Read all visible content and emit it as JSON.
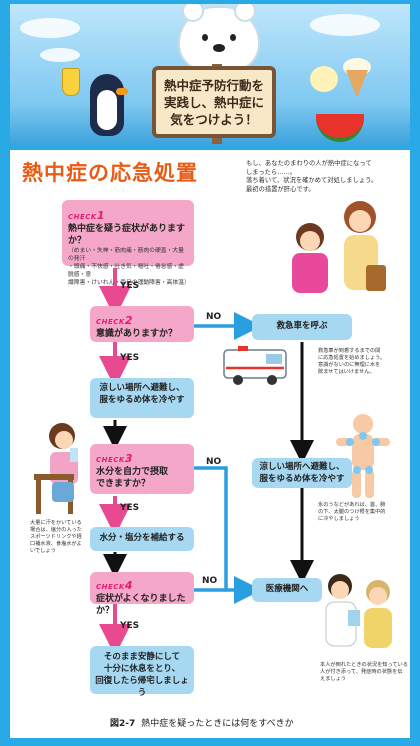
{
  "banner": {
    "sign_text": "熱中症予防行動を\n実践し、熱中症に\n気をつけよう！"
  },
  "diagram": {
    "title": "熱中症の応急処置",
    "intro": "もし、あなたのまわりの人が熱中症になって\nしまったら……。\n落ち着いて、状況を確かめて対処しましょう。\n最初の措置が肝心です。",
    "check1": {
      "label": "CHECK",
      "num": "1",
      "question": "熱中症を疑う症状がありますか？",
      "symptoms": "（めまい・失神・筋肉痛・筋肉の硬直・大量の発汗\n・頭痛・不快感・吐き気・嘔吐・倦怠感・虚脱感・意\n識障害・けいれん・手足の運動障害・高体温）"
    },
    "check2": {
      "label": "CHECK",
      "num": "2",
      "question": "意識がありますか？"
    },
    "check3": {
      "label": "CHECK",
      "num": "3",
      "question": "水分を自力で摂取\nできますか？"
    },
    "check4": {
      "label": "CHECK",
      "num": "4",
      "question": "症状がよくなりましたか？"
    },
    "actions": {
      "cool_left": "涼しい場所へ避難し、\n服をゆるめ体を冷やす",
      "hydrate": "水分・塩分を補給する",
      "rest": "そのまま安静にして\n十分に休息をとり、\n回復したら帰宅しましょう",
      "ambulance": "救急車を呼ぶ",
      "cool_right": "涼しい場所へ避難し、\n服をゆるめ体を冷やす",
      "hospital": "医療機関へ"
    },
    "yes_label": "YES",
    "no_label": "NO",
    "notes": {
      "ambulance_note": "救急車が到着するまでの間\nに応急処置を始めましょう。\n意識がないのに無理に水を\n飲ませてはいけません。",
      "drink_note": "大量に汗をかいている\n場合は、塩分の入った\nスポーツドリンクや経\n口補水液、食塩水がよ\nいでしょう",
      "cool_note": "氷のうなどがあれば、首、腋\nの下、太腿のつけ根を集中的\nに冷やしましょう",
      "hospital_note": "本人が倒れたときの状況を知っている\n人が付き添って、発症時の状態を伝\nえましょう"
    },
    "caption_num": "図2-7",
    "caption_text": "熱中症を疑ったときには何をすべきか"
  },
  "colors": {
    "frame": "#29a9e6",
    "title": "#e85c16",
    "check_pink": "#f4a7c8",
    "action_blue": "#a6d8f2",
    "check_label": "#e41d74",
    "arrow_pink": "#e84a8f",
    "arrow_blue": "#2a9fe0"
  }
}
